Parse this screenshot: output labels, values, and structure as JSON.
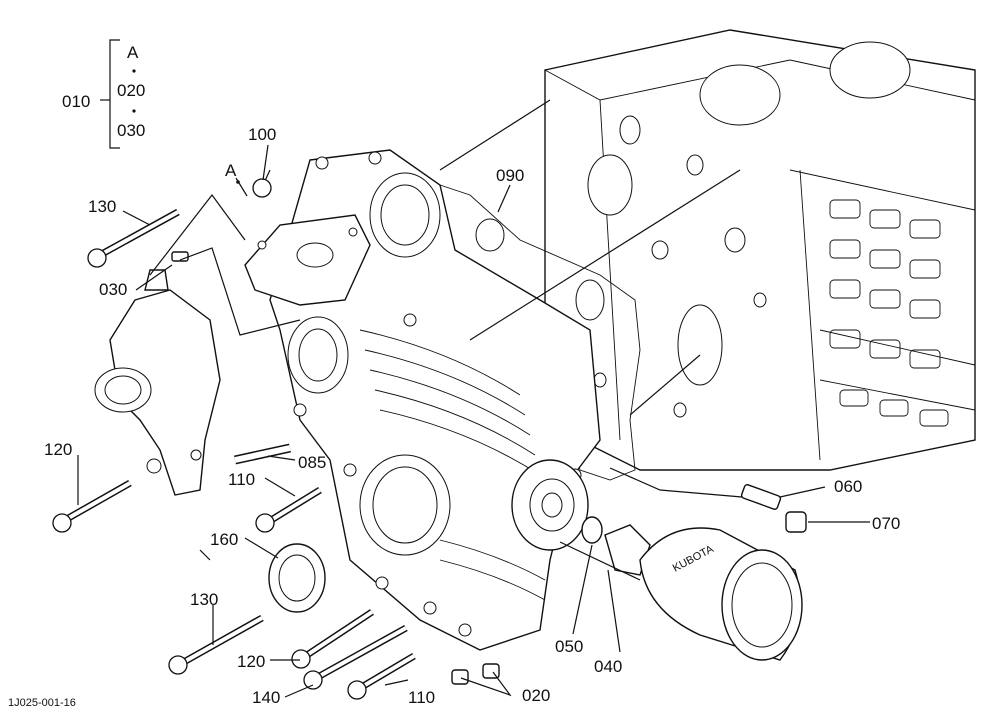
{
  "diagram": {
    "drawing_code": "1J025-001-16",
    "group_bracket": {
      "parent": "010",
      "members": [
        "A",
        "020",
        "030"
      ]
    },
    "callouts": [
      {
        "id": "c100",
        "text": "100"
      },
      {
        "id": "cA",
        "text": "A"
      },
      {
        "id": "c130a",
        "text": "130"
      },
      {
        "id": "c030",
        "text": "030"
      },
      {
        "id": "c090",
        "text": "090"
      },
      {
        "id": "c120a",
        "text": "120"
      },
      {
        "id": "c085",
        "text": "085"
      },
      {
        "id": "c110a",
        "text": "110"
      },
      {
        "id": "c060",
        "text": "060"
      },
      {
        "id": "c070",
        "text": "070"
      },
      {
        "id": "c160",
        "text": "160"
      },
      {
        "id": "c130b",
        "text": "130"
      },
      {
        "id": "c120b",
        "text": "120"
      },
      {
        "id": "c140",
        "text": "140"
      },
      {
        "id": "c110b",
        "text": "110"
      },
      {
        "id": "c020",
        "text": "020"
      },
      {
        "id": "c050",
        "text": "050"
      },
      {
        "id": "c040",
        "text": "040"
      }
    ],
    "filter_brand": "KUBOTA"
  }
}
